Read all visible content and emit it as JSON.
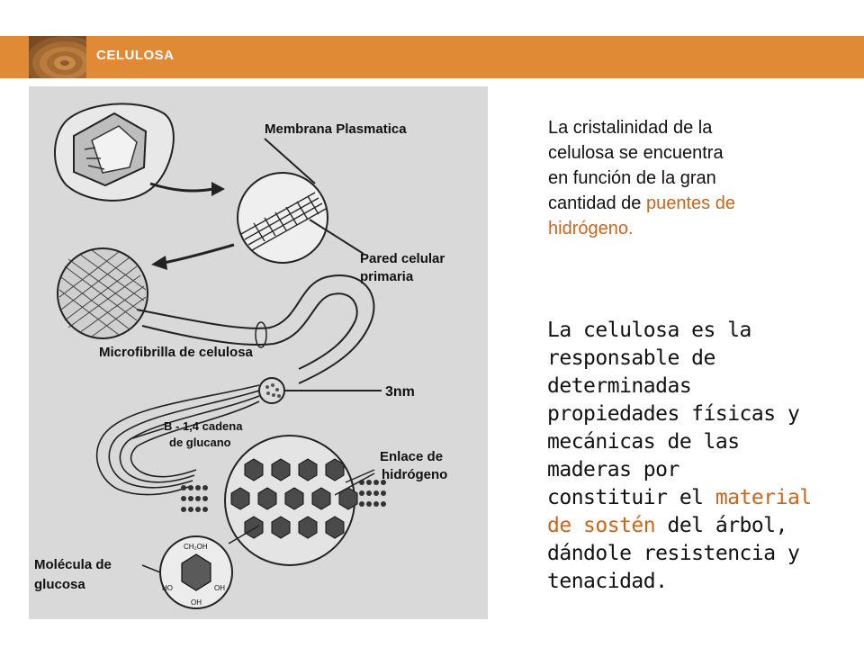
{
  "header": {
    "title": "CELULOSA",
    "band_color": "#e08a35"
  },
  "diagram": {
    "labels": {
      "membrana": "Membrana Plasmatica",
      "pared_1": "Pared celular",
      "pared_2": "primaria",
      "microfibrilla": "Microfibrilla de celulosa",
      "nm": "3nm",
      "cadena_1": "B - 1,4 cadena",
      "cadena_2": "de glucano",
      "enlace_1": "Enlace de",
      "enlace_2": "hidrógeno",
      "molecula_1": "Molécula de",
      "molecula_2": "glucosa"
    }
  },
  "text": {
    "p1": {
      "line1": "La cristalinidad de la",
      "line2": "celulosa se encuentra",
      "line3": "en función de la gran",
      "line4_pre": "cantidad de ",
      "line4_accent": "puentes de",
      "line5_accent": "hidrógeno."
    },
    "p2": {
      "line1": "La celulosa es la",
      "line2": "responsable de",
      "line3": "determinadas",
      "line4": "propiedades físicas y",
      "line5": "mecánicas de las",
      "line6": "maderas por",
      "line7_pre": "constituir el ",
      "line7_accent": "material",
      "line8_accent": "de sostén",
      "line8_post": " del árbol,",
      "line9": "dándole resistencia y",
      "line10": "tenacidad."
    },
    "accent_color": "#c8651e"
  }
}
